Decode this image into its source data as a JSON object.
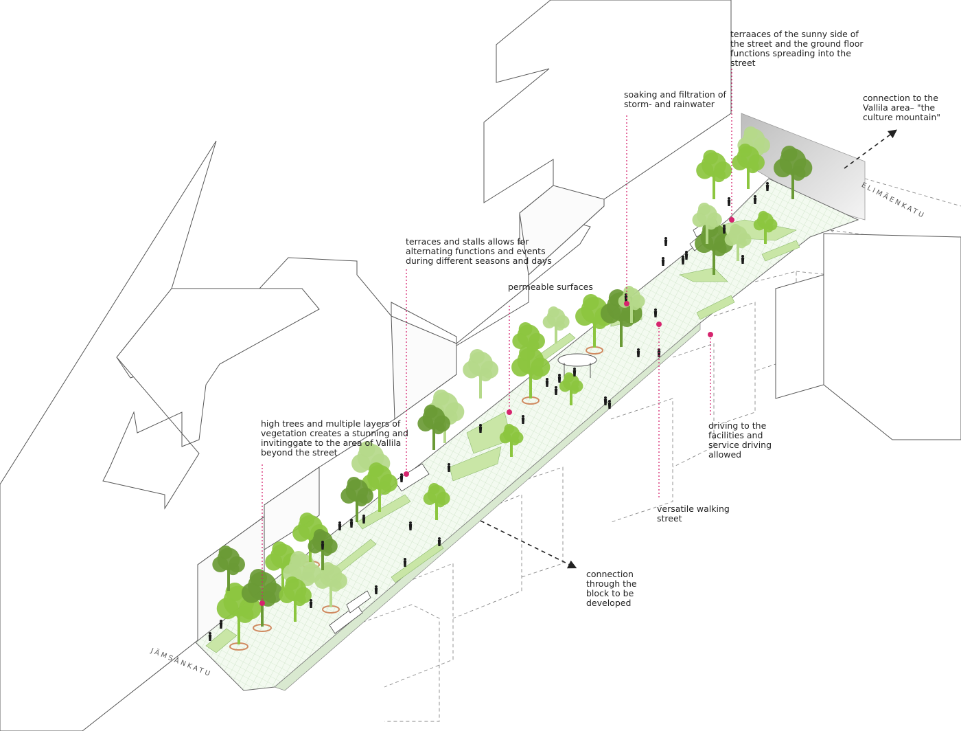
{
  "annotations": {
    "terraces_sunny": "terraaces of the sunny side of\nthe street and the ground floor\nfunctions spreading into the\nstreet",
    "soaking": "soaking and filtration of\nstorm- and rainwater",
    "connection_vallila": "connection to the\nVallila area– \"the\nculture mountain\"",
    "terraces_stalls": "terraces and stalls allows for\nalternating functions and events\nduring different seasons and days",
    "permeable": "permeable surfaces",
    "high_trees": "high trees and multiple layers of\nvegetation creates a stunning and\ninvitinggate to the area of Vallila\nbeyond the street",
    "driving": "driving to the\nfacilities and\nservice driving\nallowed",
    "walking": "versatile walking\nstreet",
    "connection_block": "connection\nthrough the\nblock to be\ndeveloped"
  },
  "streets": {
    "jamsankatu": "JÄMSÄNKATU",
    "elimaenkatu": "ELIMÄENKATU"
  },
  "colors": {
    "marker": "#d6246e",
    "tree_light": "#8cc63f",
    "tree_dark": "#6a9a35",
    "tree_pale": "#b5d98a",
    "planting": "#c9e6a6"
  }
}
